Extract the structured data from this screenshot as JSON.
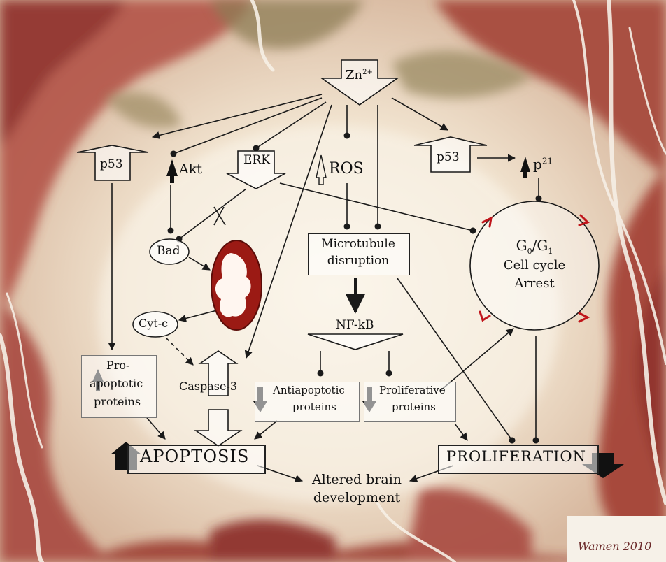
{
  "nodes": {
    "zinc": "Zn",
    "zinc_charge": "2+",
    "p53_left": "p53",
    "akt": "Akt",
    "erk": "ERK",
    "ros": "ROS",
    "p53_right": "p53",
    "p21": "p",
    "p21_sup": "21",
    "bad": "Bad",
    "microtubule_line1": "Microtubule",
    "microtubule_line2": "disruption",
    "cell_cycle_g": "G",
    "cell_cycle_sub0": "0",
    "cell_cycle_slash": "/G",
    "cell_cycle_sub1": "1",
    "cell_cycle_line2": "Cell cycle",
    "cell_cycle_line3": "Arrest",
    "cytc": "Cyt-c",
    "nfkb": "NF-kB",
    "pro_apoptotic_line1": "Pro-",
    "pro_apoptotic_line2": "apoptotic",
    "pro_apoptotic_line3": "proteins",
    "caspase": "Caspase-3",
    "antiapoptotic_line1": "Antiapoptotic",
    "antiapoptotic_line2": "proteins",
    "proliferative_line1": "Proliferative",
    "proliferative_line2": "proteins",
    "apoptosis": "APOPTOSIS",
    "proliferation": "PROLIFERATION",
    "altered_line1": "Altered brain",
    "altered_line2": "development"
  },
  "signature": "Wamen 2010",
  "colors": {
    "stain_dark": "#8e2f2a",
    "stain_mid": "#b85a4f",
    "stain_olive": "#8d7d55",
    "paper": "#f3e9d8",
    "mito_red": "#9b1a14",
    "arrest_red": "#c0141a"
  }
}
